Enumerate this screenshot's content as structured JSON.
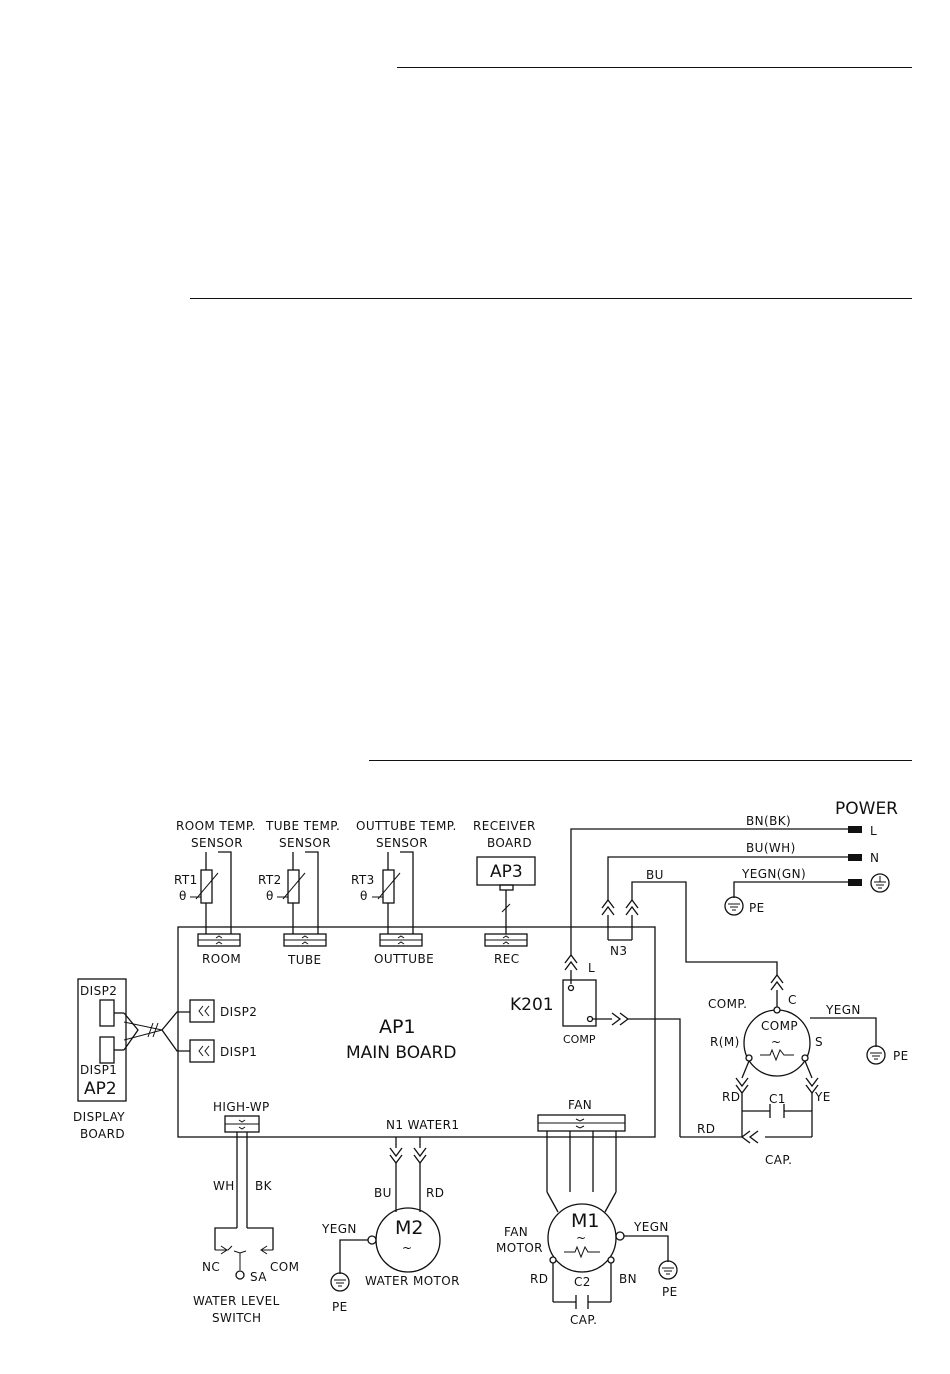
{
  "labels": {
    "power": "POWER",
    "l": "L",
    "n": "N",
    "bn_bk": "BN(BK)",
    "bu_wh": "BU(WH)",
    "yegn_gn": "YEGN(GN)",
    "bu": "BU",
    "pe": "PE",
    "yegn": "YEGN",
    "room_temp": "ROOM TEMP.",
    "tube_temp": "TUBE TEMP.",
    "outtube_temp": "OUTTUBE TEMP.",
    "sensor": "SENSOR",
    "receiver": "RECEIVER",
    "board": "BOARD",
    "rt1": "RT1",
    "rt2": "RT2",
    "rt3": "RT3",
    "theta": "θ",
    "ap3": "AP3",
    "room": "ROOM",
    "tube": "TUBE",
    "outtube": "OUTTUBE",
    "rec": "REC",
    "n3": "N3",
    "k201": "K201",
    "comp": "COMP",
    "comp_dot": "COMP.",
    "c": "C",
    "r_m": "R(M)",
    "s": "S",
    "rd": "RD",
    "ye": "YE",
    "c1": "C1",
    "cap": "CAP.",
    "disp2": "DISP2",
    "disp1": "DISP1",
    "ap2": "AP2",
    "display": "DISPLAY",
    "ap1": "AP1",
    "main_board": "MAIN BOARD",
    "high_wp": "HIGH-WP",
    "n1_water1": "N1 WATER1",
    "fan": "FAN",
    "wh": "WH",
    "bk": "BK",
    "nc": "NC",
    "com": "COM",
    "sa": "SA",
    "water_level": "WATER LEVEL",
    "switch": "SWITCH",
    "m2": "M2",
    "water_motor": "WATER MOTOR",
    "m1": "M1",
    "fan_motor_1": "FAN",
    "fan_motor_2": "MOTOR",
    "c2": "C2",
    "bn": "BN",
    "tilde": "~"
  }
}
